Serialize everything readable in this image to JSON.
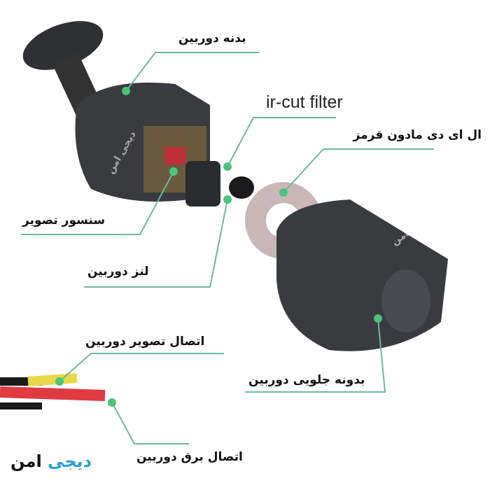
{
  "labels": {
    "body": "بدنه دوربین",
    "ir_cut": "ir-cut filter",
    "ir_led": "ال ای دی مادون قرمز",
    "sensor": "سنسور تصویر",
    "lens": "لنز دوربین",
    "video_connector": "اتصال تصویر دوربین",
    "front_body": "بدونه جلویی دوربین",
    "power_connector": "اتصال برق دوربین"
  },
  "watermark": "دیجی امن",
  "logo": {
    "part1": "دیجی",
    "part2": "امن",
    "part1_color": "#2a9fd8",
    "part2_color": "#111111"
  },
  "colors": {
    "leader_line": "#6bb8a4",
    "dot": "#4cc27a",
    "camera": "#3a3b3f"
  }
}
